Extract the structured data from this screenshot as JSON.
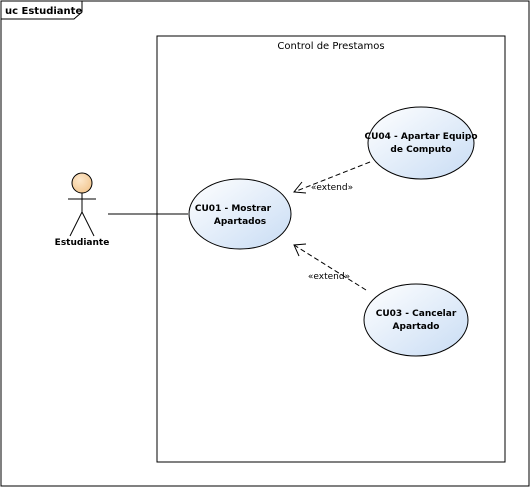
{
  "frame": {
    "label": "uc Estudiante"
  },
  "system": {
    "label": "Control de Prestamos"
  },
  "actor": {
    "name": "Estudiante"
  },
  "use_cases": {
    "cu01": {
      "line1": "CU01 - Mostrar",
      "line2": "Apartados"
    },
    "cu04": {
      "line1": "CU04 - Apartar Equipo",
      "line2": "de Computo"
    },
    "cu03": {
      "line1": "CU03 - Cancelar",
      "line2": "Apartado"
    }
  },
  "relations": {
    "extend_cu04": "«extend»",
    "extend_cu03": "«extend»"
  },
  "colors": {
    "usecase_fill_light": "#ffffff",
    "usecase_fill_dark": "#c8dcf4",
    "actor_head": "#f7d8b0",
    "line": "#000000"
  }
}
